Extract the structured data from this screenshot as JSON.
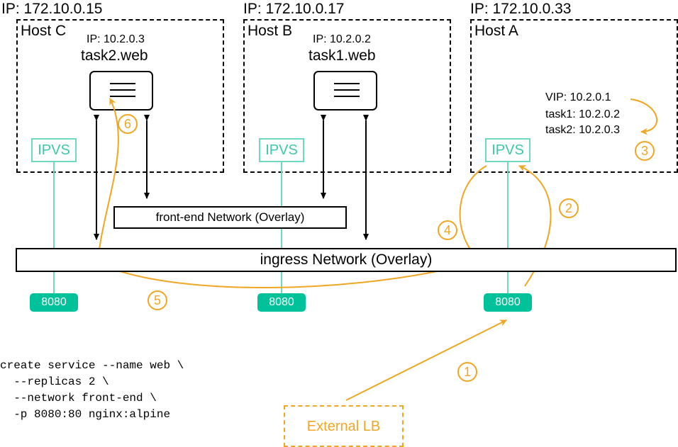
{
  "hosts": {
    "c": {
      "ip": "IP: 172.10.0.15",
      "name": "Host C",
      "task_ip": "IP: 10.2.0.3",
      "task_name": "task2.web",
      "ipvs": "IPVS",
      "port": "8080"
    },
    "b": {
      "ip": "IP: 172.10.0.17",
      "name": "Host B",
      "task_ip": "IP: 10.2.0.2",
      "task_name": "task1.web",
      "ipvs": "IPVS",
      "port": "8080"
    },
    "a": {
      "ip": "IP: 172.10.0.33",
      "name": "Host A",
      "ipvs": "IPVS",
      "port": "8080"
    }
  },
  "vip_table": [
    "VIP: 10.2.0.1",
    "task1: 10.2.0.2",
    "task2: 10.2.0.3"
  ],
  "networks": {
    "frontend": "front-end Network (Overlay)",
    "ingress": "ingress Network (Overlay)"
  },
  "steps": [
    "1",
    "2",
    "3",
    "4",
    "5",
    "6"
  ],
  "external_lb": "External LB",
  "command": [
    "create service --name web \\",
    "  --replicas 2 \\",
    "  --network front-end \\",
    "  -p 8080:80 nginx:alpine"
  ],
  "colors": {
    "accent": "#f0a623",
    "ipvs": "#3cc7ad",
    "port": "#00c29a"
  }
}
